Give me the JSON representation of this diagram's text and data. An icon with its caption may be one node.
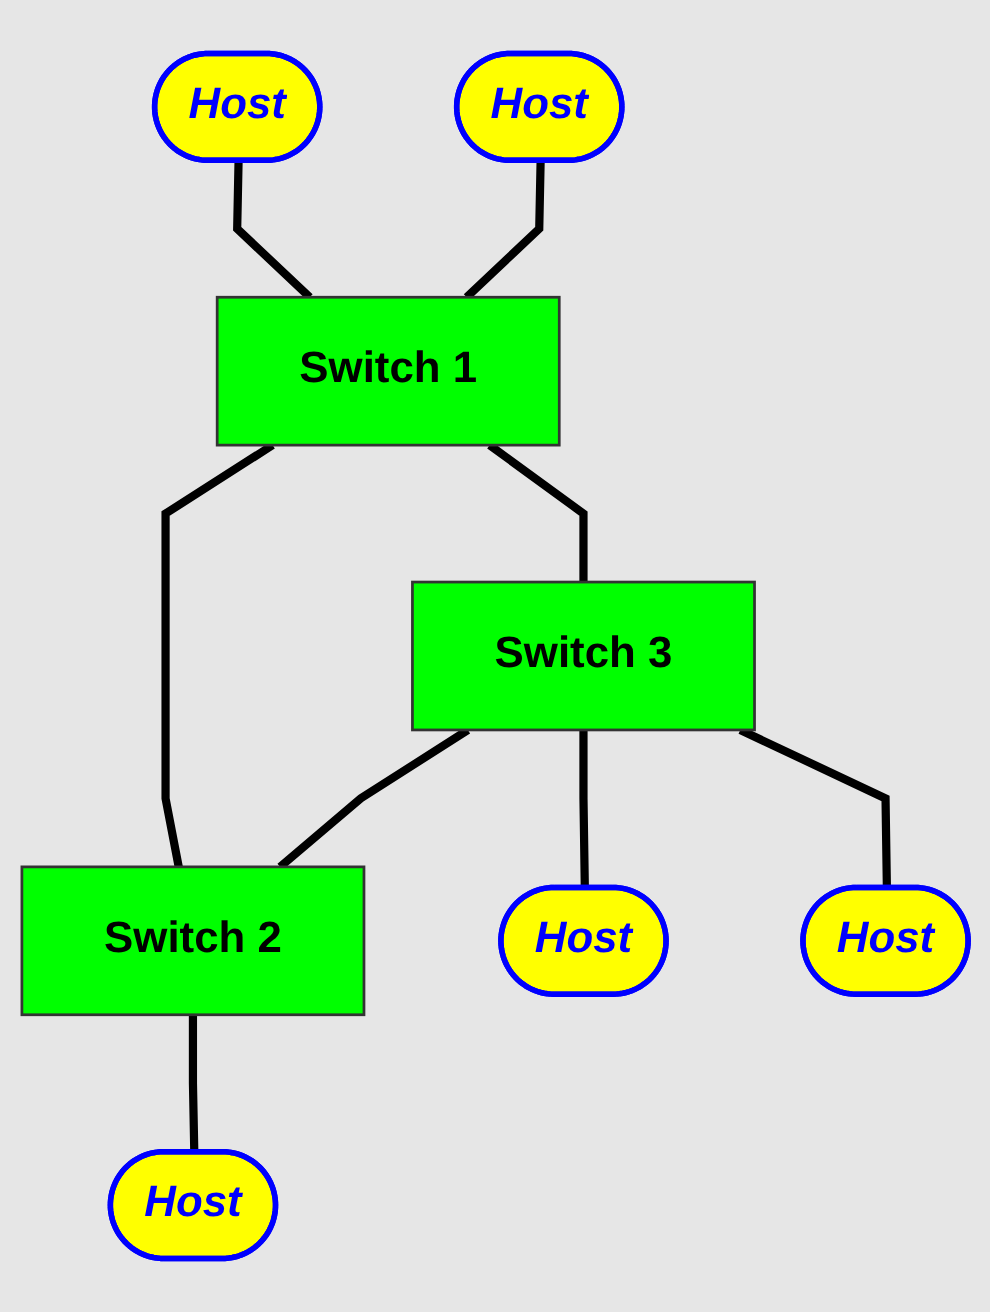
{
  "diagram": {
    "nodes": [
      {
        "text": [
          "Host"
        ]
      },
      {
        "text": [
          "Host"
        ]
      },
      {
        "text": [
          "Switch 1"
        ]
      },
      {
        "text": [
          "Switch 2"
        ]
      },
      {
        "text": [
          "Host"
        ]
      },
      {
        "text": [
          "Switch 3"
        ]
      },
      {
        "text": [
          "Host"
        ]
      },
      {
        "text": [
          "Host"
        ]
      }
    ],
    "edges": [
      {
        "from": 0,
        "to": 2,
        "arrow": "none"
      },
      {
        "from": 1,
        "to": 2,
        "arrow": "none"
      },
      {
        "from": 2,
        "to": 3,
        "arrow": "none"
      },
      {
        "from": 2,
        "to": 5,
        "arrow": "none"
      },
      {
        "from": 3,
        "to": 4,
        "arrow": "none"
      },
      {
        "from": 5,
        "to": 3,
        "arrow": "none"
      },
      {
        "from": 5,
        "to": 6,
        "arrow": "none"
      },
      {
        "from": 5,
        "to": 7,
        "arrow": "none"
      }
    ]
  }
}
